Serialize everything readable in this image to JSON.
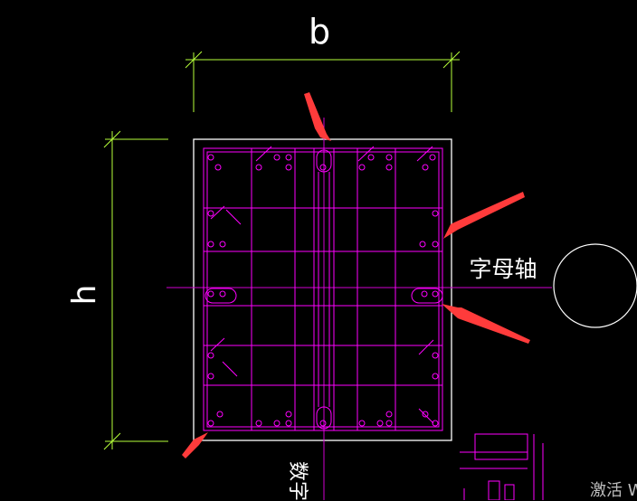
{
  "dimensions": {
    "width_label": "b",
    "height_label": "h"
  },
  "axis_labels": {
    "letter_axis": "字母轴",
    "number_axis": "数字轴"
  },
  "watermark": "激活 W",
  "colors": {
    "background": "#000000",
    "outline": "#ffffff",
    "rebar": "#ff00ff",
    "dimension": "#b6ff3a",
    "axis": "#d000d0",
    "arrow": "#ff4040"
  }
}
